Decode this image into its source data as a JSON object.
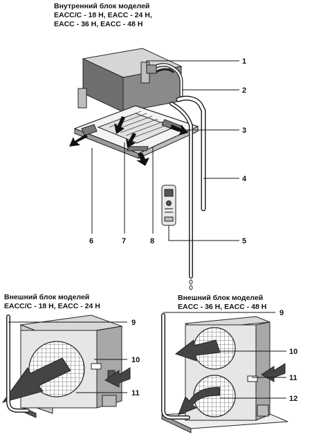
{
  "indoor_caption": {
    "line1": "Внутренний блок моделей",
    "line2": "EACC/C - 18 H, EACC - 24 H,",
    "line3": "EACC - 36 H, EACC - 48 H"
  },
  "outdoor_left_caption": {
    "line1": "Внешний блок моделей",
    "line2": "EACC/C - 18 H, EACC - 24 H"
  },
  "outdoor_right_caption": {
    "line1": "Внешний блок моделей",
    "line2": "EACC - 36 H, EACC - 48 H"
  },
  "callouts": {
    "c1": "1",
    "c2": "2",
    "c3": "3",
    "c4": "4",
    "c5": "5",
    "c6": "6",
    "c7": "7",
    "c8": "8",
    "c9a": "9",
    "c10a": "10",
    "c11a": "11",
    "c9b": "9",
    "c10b": "10",
    "c11b": "11",
    "c12": "12"
  }
}
